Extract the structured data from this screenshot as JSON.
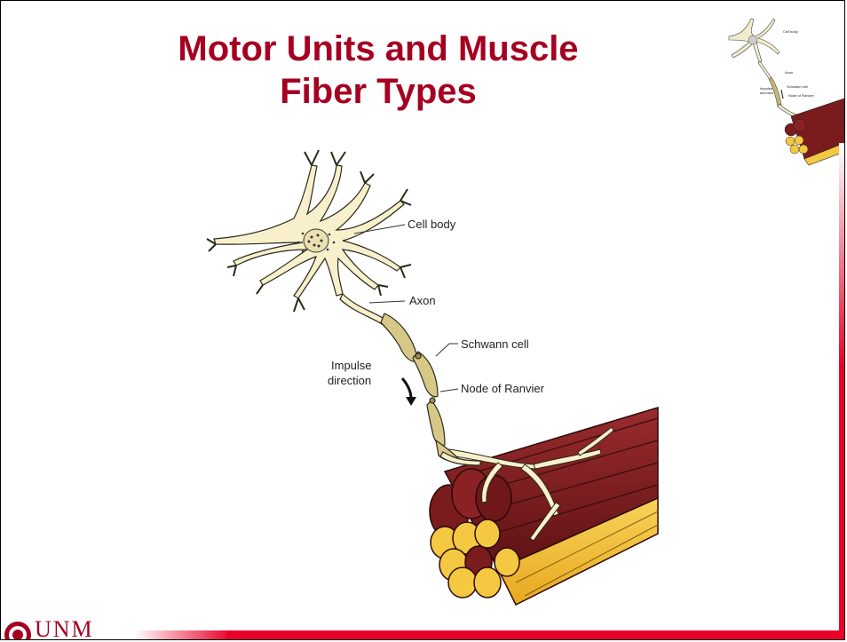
{
  "slide": {
    "title_line1": "Motor Units and Muscle",
    "title_line2": "Fiber Types"
  },
  "figure": {
    "labels": {
      "cell_body": "Cell body",
      "axon": "Axon",
      "schwann_cell": "Schwann cell",
      "node_of_ranvier": "Node of Ranvier",
      "impulse_line1": "Impulse",
      "impulse_line2": "direction"
    }
  },
  "logo": {
    "text": "UNM"
  },
  "colors": {
    "title": "#a50021",
    "accent_red": "#e8002a",
    "muscle_maroon": "#7a1b1e",
    "muscle_yellow": "#f5c842",
    "neuron_fill": "#f8f0cc"
  }
}
